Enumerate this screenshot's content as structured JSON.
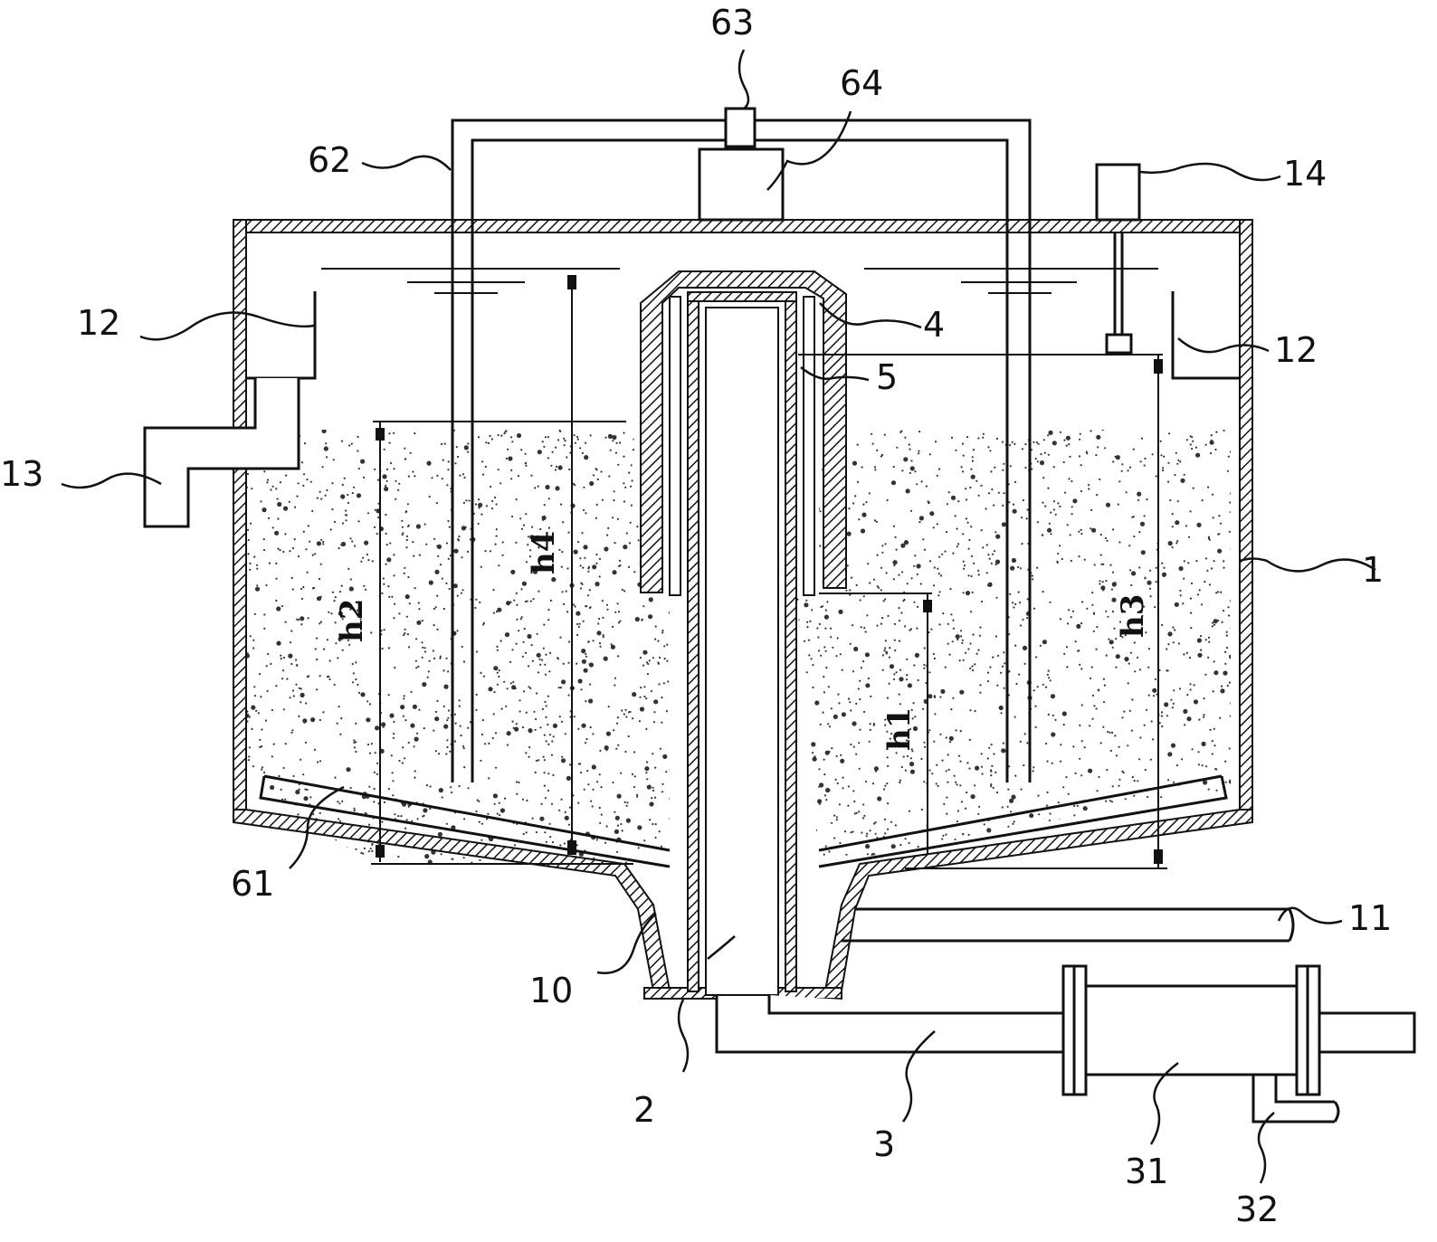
{
  "diagram": {
    "labels": {
      "l1": "1",
      "l2": "2",
      "l3": "3",
      "l4": "4",
      "l5": "5",
      "l10": "10",
      "l11": "11",
      "l12a": "12",
      "l12b": "12",
      "l13": "13",
      "l14": "14",
      "l31": "31",
      "l32": "32",
      "l61": "61",
      "l62": "62",
      "l63": "63",
      "l64": "64"
    },
    "heights": {
      "h1": "h1",
      "h2": "h2",
      "h3": "h3",
      "h4": "h4"
    },
    "colors": {
      "line": "#111111",
      "hatch": "#111111",
      "background": "#ffffff",
      "particles": "#333333"
    }
  }
}
